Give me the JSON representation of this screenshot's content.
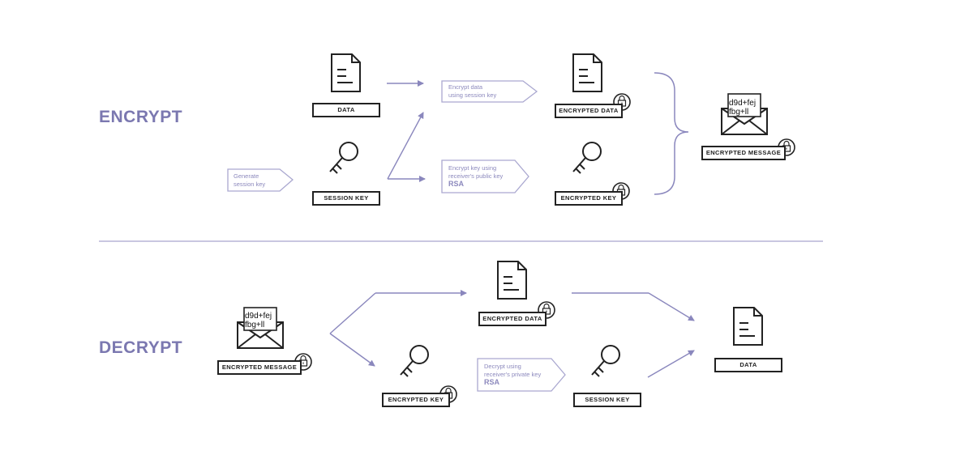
{
  "colors": {
    "accent": "#7b78b0",
    "accent_light": "#9d9ac8",
    "line": "#222222",
    "divider": "#c9c7e0"
  },
  "encrypt": {
    "title": "ENCRYPT",
    "data_label": "DATA",
    "session_key_label": "SESSION KEY",
    "encrypted_data_label": "ENCRYPTED DATA",
    "encrypted_key_label": "ENCRYPTED KEY",
    "encrypted_message_label": "ENCRYPTED MESSAGE",
    "envelope_text_line1": "d9d+fej",
    "envelope_text_line2": "fbg+ll",
    "steps": {
      "generate_line1": "Generate",
      "generate_line2": "session key",
      "encrypt_data_line1": "Encrypt data",
      "encrypt_data_line2": "using session key",
      "encrypt_key_line1": "Encrypt key using",
      "encrypt_key_line2": "receiver's public key",
      "encrypt_key_algo": "RSA"
    }
  },
  "decrypt": {
    "title": "DECRYPT",
    "encrypted_message_label": "ENCRYPTED MESSAGE",
    "envelope_text_line1": "d9d+fej",
    "envelope_text_line2": "fbg+ll",
    "encrypted_data_label": "ENCRYPTED DATA",
    "encrypted_key_label": "ENCRYPTED KEY",
    "session_key_label": "SESSION KEY",
    "data_label": "DATA",
    "steps": {
      "decrypt_key_line1": "Decrypt using",
      "decrypt_key_line2": "receiver's private key",
      "decrypt_key_algo": "RSA"
    }
  }
}
